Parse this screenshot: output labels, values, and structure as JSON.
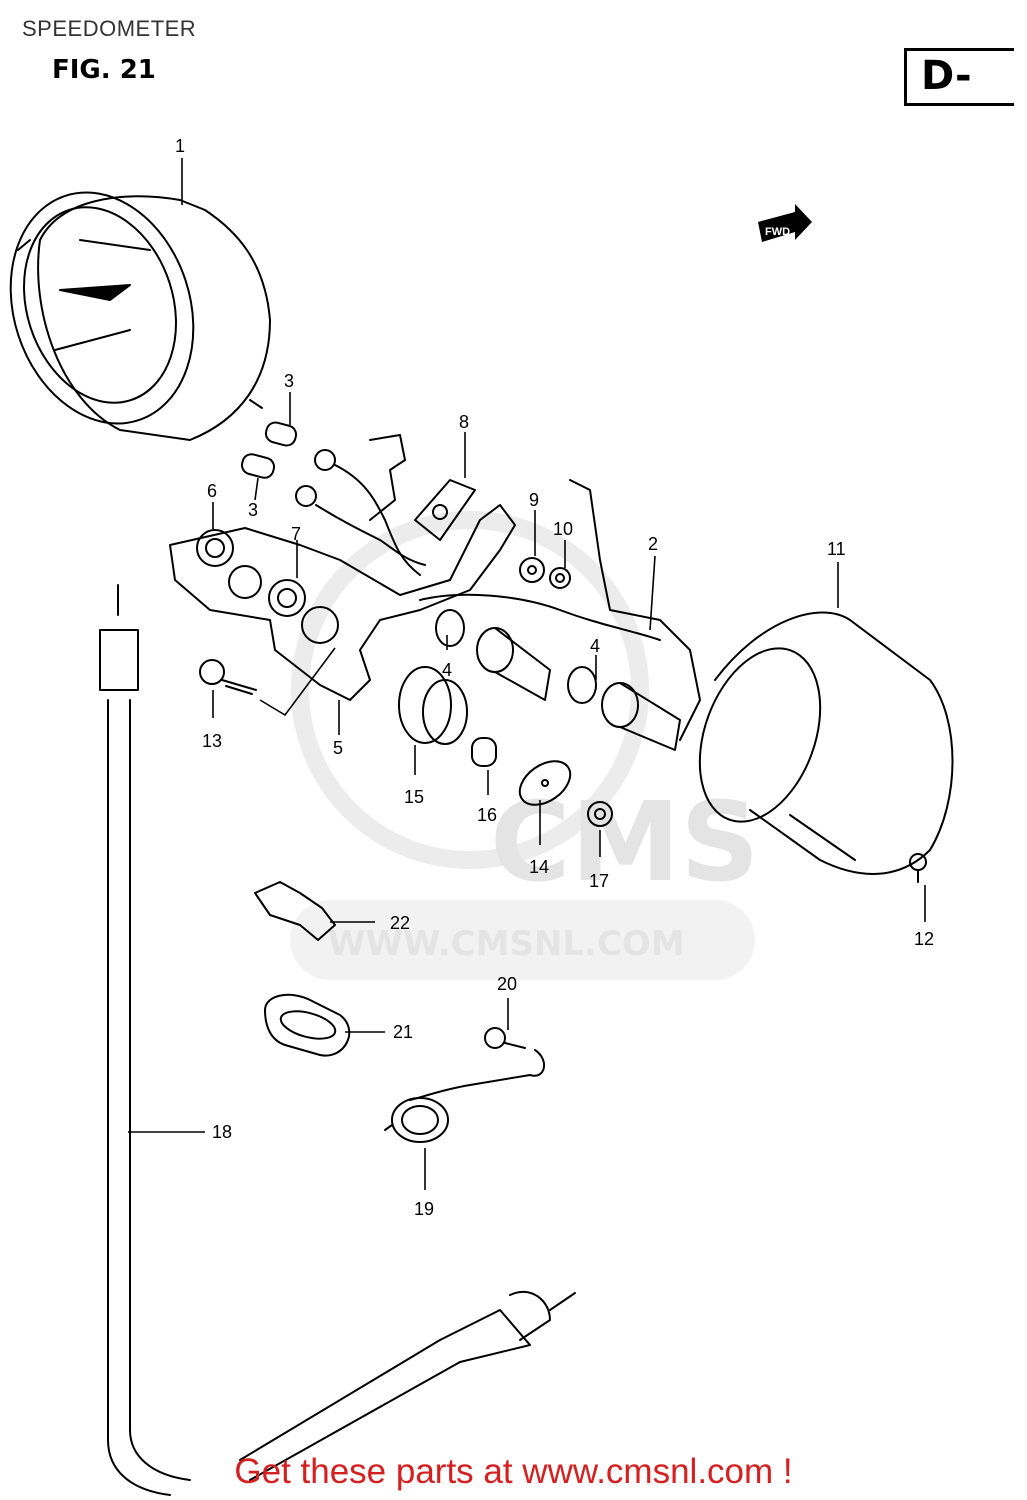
{
  "header": {
    "title": "SPEEDOMETER",
    "figure": "FIG. 21",
    "corner_code": "D-"
  },
  "direction_tag": "FWD",
  "watermark": {
    "logo": "CMS",
    "url": "WWW.CMSNL.COM"
  },
  "callouts": [
    "1",
    "2",
    "3",
    "3",
    "4",
    "4",
    "5",
    "6",
    "7",
    "8",
    "9",
    "10",
    "11",
    "12",
    "13",
    "14",
    "15",
    "16",
    "17",
    "18",
    "19",
    "20",
    "21",
    "22"
  ],
  "footer": {
    "text": "Get these parts at www.cmsnl.com !"
  }
}
